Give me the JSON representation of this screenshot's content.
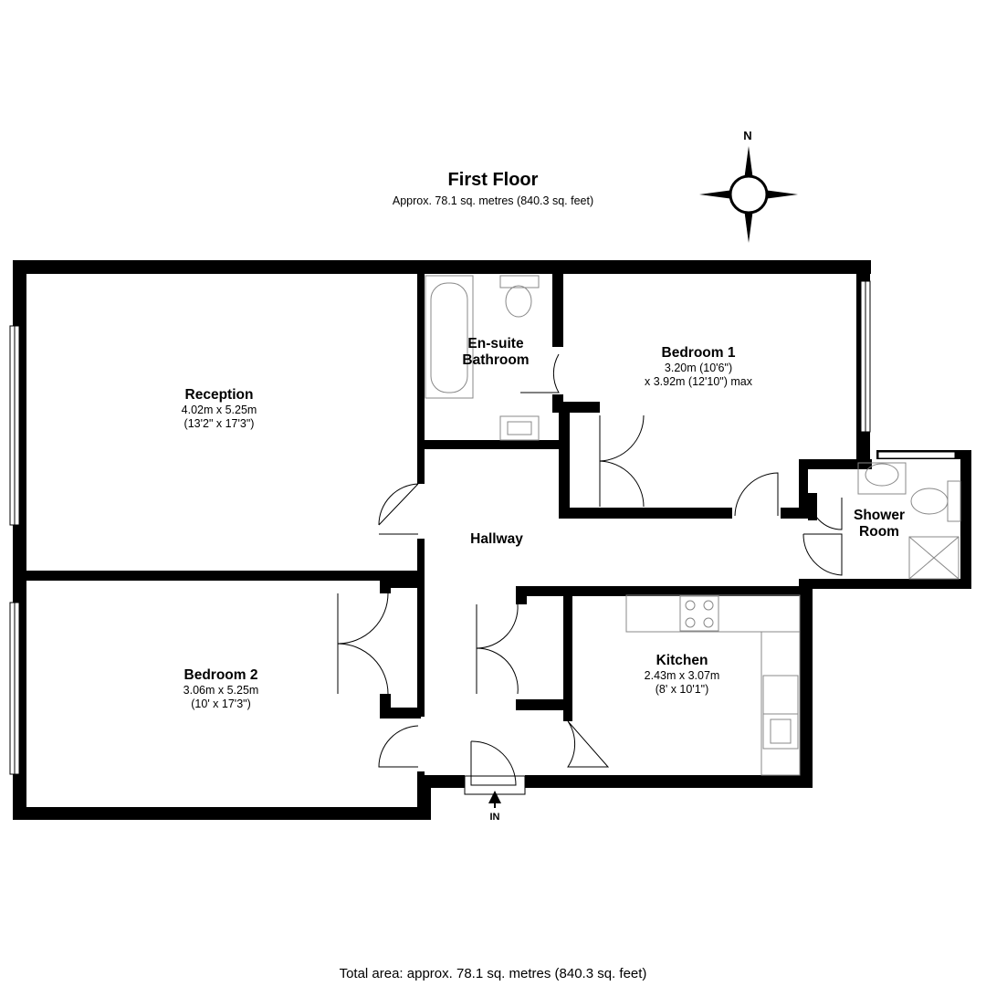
{
  "header": {
    "title": "First Floor",
    "area": "Approx. 78.1 sq. metres (840.3 sq. feet)"
  },
  "compass": {
    "north_label": "N"
  },
  "entrance": {
    "label": "IN"
  },
  "rooms": {
    "reception": {
      "name": "Reception",
      "dim1": "4.02m x 5.25m",
      "dim2": "(13'2\" x 17'3\")"
    },
    "ensuite": {
      "name1": "En-suite",
      "name2": "Bathroom"
    },
    "bedroom1": {
      "name": "Bedroom 1",
      "dim1": "3.20m (10'6\")",
      "dim2": "x 3.92m (12'10\") max"
    },
    "hallway": {
      "name": "Hallway"
    },
    "shower": {
      "name1": "Shower",
      "name2": "Room"
    },
    "bedroom2": {
      "name": "Bedroom 2",
      "dim1": "3.06m x 5.25m",
      "dim2": "(10' x 17'3\")"
    },
    "kitchen": {
      "name": "Kitchen",
      "dim1": "2.43m x 3.07m",
      "dim2": "(8' x 10'1\")"
    }
  },
  "footer": {
    "total": "Total area: approx. 78.1 sq. metres (840.3 sq. feet)"
  },
  "colors": {
    "wall": "#000000",
    "fixture": "#888888",
    "background": "#ffffff"
  }
}
